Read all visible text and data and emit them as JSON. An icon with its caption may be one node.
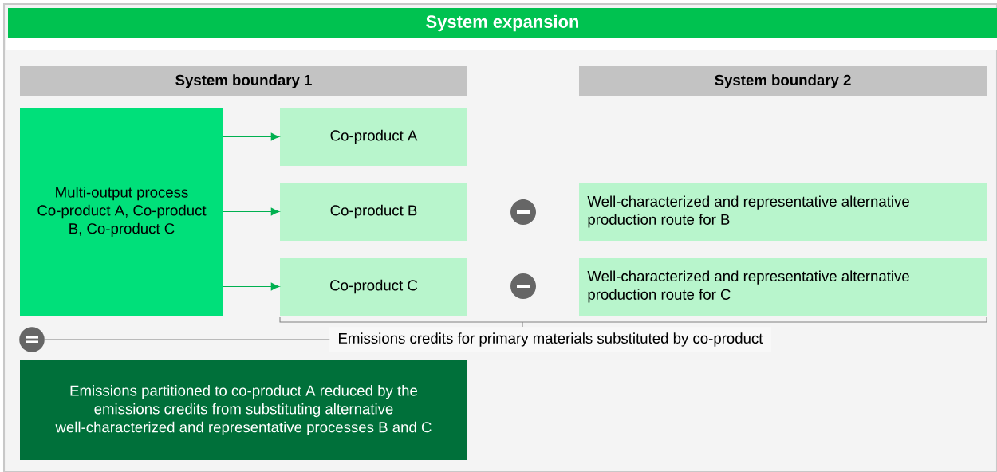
{
  "diagram": {
    "title": "System expansion",
    "nodes": [
      {
        "text": [
          "System boundary 1"
        ]
      },
      {
        "text": [
          "System boundary 2"
        ]
      },
      {
        "text": [
          "Multi-output process",
          "Co-product A, Co-product B, Co-product C"
        ]
      },
      {
        "text": [
          "Co-product A"
        ]
      },
      {
        "text": [
          "Co-product B"
        ]
      },
      {
        "text": [
          "Co-product C"
        ]
      },
      {
        "text": [
          "Well-characterized and representative alternative production route for B"
        ]
      },
      {
        "text": [
          "Well-characterized and representative alternative production route for C"
        ]
      },
      {
        "text": [],
        "shape": "circle"
      },
      {
        "text": [
          "Emissions credits for primary materials substituted by co-product"
        ]
      },
      {
        "text": [
          "Emissions partitioned to co-product A reduced by the emissions credits from substituting alternative well-characterized and representative processes B and C"
        ]
      }
    ],
    "edges": [
      {
        "from": 2,
        "to": 3,
        "arrow": "to"
      },
      {
        "from": 2,
        "to": 4,
        "arrow": "to"
      },
      {
        "from": 2,
        "to": 5,
        "arrow": "to"
      },
      {
        "from": 8,
        "to": 9,
        "arrow": "none",
        "color": "#808080"
      }
    ]
  }
}
